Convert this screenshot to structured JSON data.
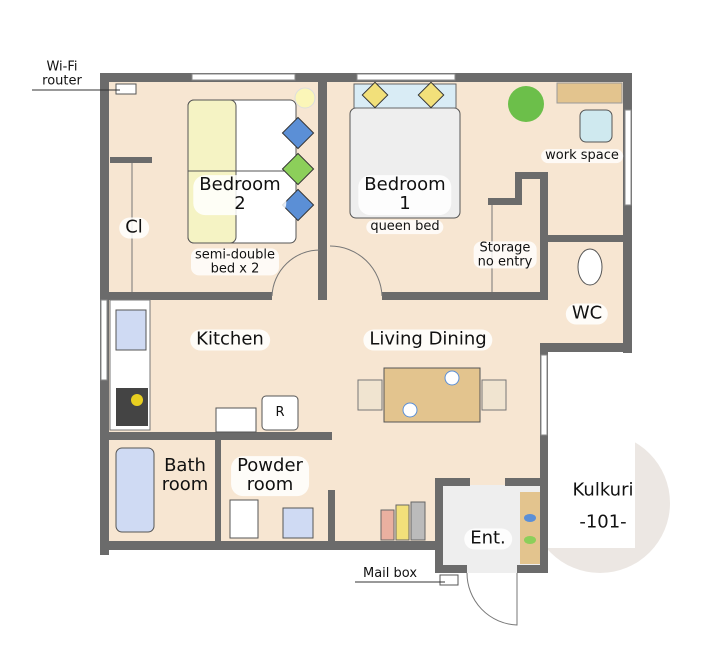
{
  "annotations": {
    "wifi_router": "Wi-Fi\nrouter",
    "mail_box": "Mail box"
  },
  "rooms": {
    "bedroom2": "Bedroom\n2",
    "bedroom2_note": "semi-double\nbed x 2",
    "closet": "Cl",
    "bedroom1": "Bedroom\n1",
    "bedroom1_note": "queen bed",
    "work_space": "work space",
    "storage": "Storage\nno entry",
    "wc": "WC",
    "kitchen": "Kitchen",
    "living_dining": "Living Dining",
    "refrigerator": "R",
    "bathroom": "Bath\nroom",
    "powder_room": "Powder\nroom",
    "entrance": "Ent."
  },
  "badge": {
    "name": "Kulkuri",
    "unit": "-101-"
  },
  "colors": {
    "floor": "#f7e6d2",
    "wall": "#6b6b6b",
    "badge": "#ece7e3",
    "entry_floor": "#eeeeee",
    "pillow_blue": "#5b8fd6",
    "pillow_green": "#8ccf5a",
    "pillow_yellow": "#f2e07a"
  }
}
